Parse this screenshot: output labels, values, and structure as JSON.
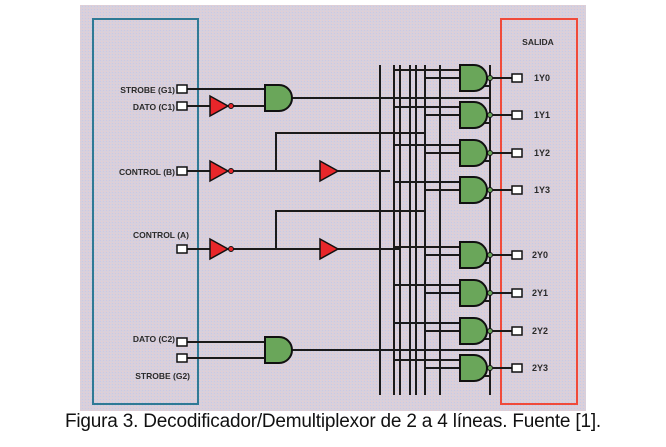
{
  "figure": {
    "inputs": {
      "strobe_g1": "STROBE (G1)",
      "dato_c1": "DATO (C1)",
      "control_b": "CONTROL (B)",
      "control_a": "CONTROL (A)",
      "dato_c2": "DATO (C2)",
      "strobe_g2": "STROBE (G2)"
    },
    "outputs": {
      "title": "SALIDA",
      "items": [
        "1Y0",
        "1Y1",
        "1Y2",
        "1Y3",
        "2Y0",
        "2Y1",
        "2Y2",
        "2Y3"
      ]
    },
    "colors": {
      "background": "#d9cfdc",
      "input_box": "#2f7a95",
      "output_box": "#f04a3a",
      "and_gate": "#6aa65a",
      "inverter": "#e8262a",
      "wire": "#1a1a1a"
    }
  },
  "caption": "Figura 3. Decodificador/Demultiplexor de 2 a 4 líneas. Fuente [1]."
}
